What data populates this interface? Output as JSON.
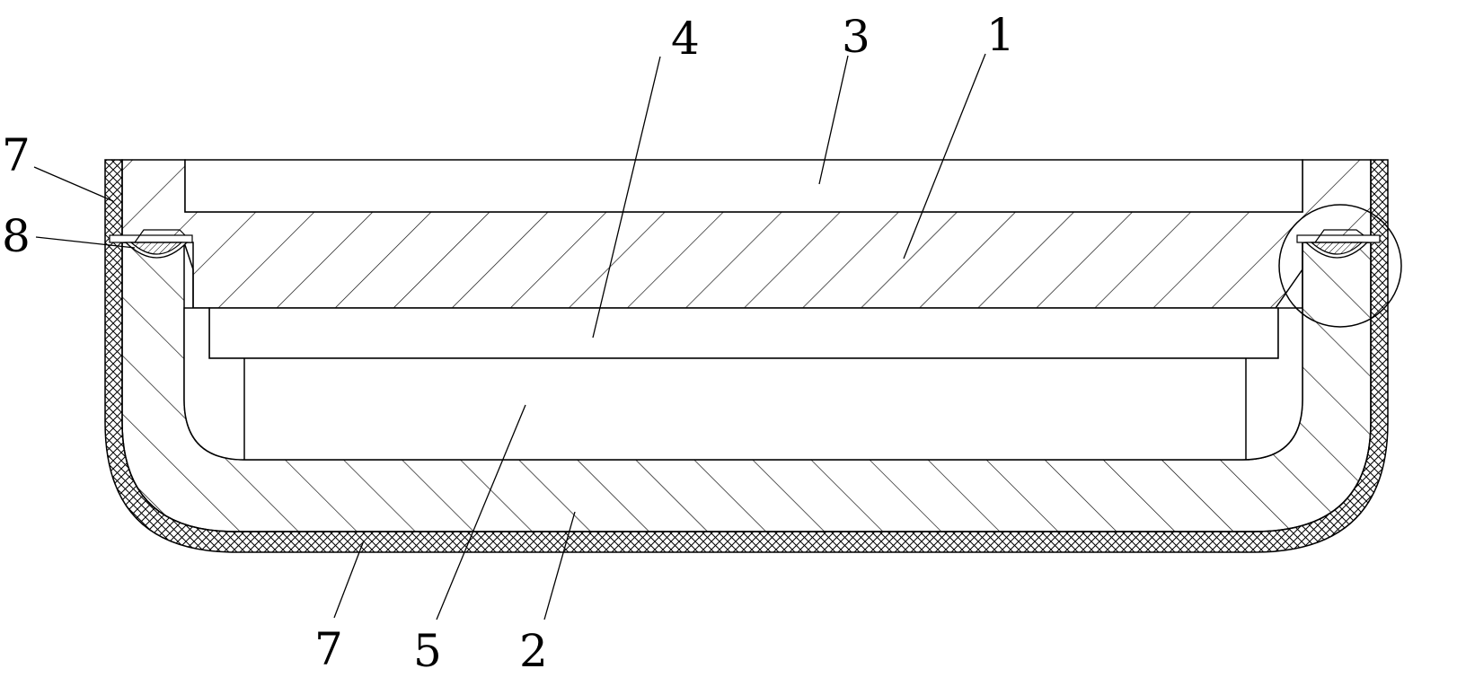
{
  "labels": {
    "l1": "1",
    "l2": "2",
    "l3": "3",
    "l4": "4",
    "l5": "5",
    "l7_top": "7",
    "l7_bottom": "7",
    "l8": "8"
  },
  "colors": {
    "line": "#000000",
    "background": "#ffffff"
  }
}
